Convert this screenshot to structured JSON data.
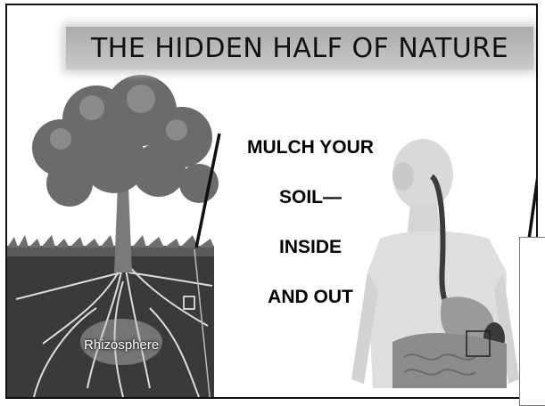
{
  "title": "THE HIDDEN HALF OF NATURE",
  "center_text": {
    "line1": "MULCH YOUR",
    "line2": "SOIL—",
    "line3": "INSIDE",
    "line4": "AND OUT"
  },
  "tree_label": "Rhizosphere",
  "icons": {
    "tree": "tree-with-roots-icon",
    "human": "human-digestive-system-icon"
  },
  "colors": {
    "title_banner": "#b4b4b4",
    "soil": "#3a3a3a",
    "tree": "#7d7d7d"
  }
}
